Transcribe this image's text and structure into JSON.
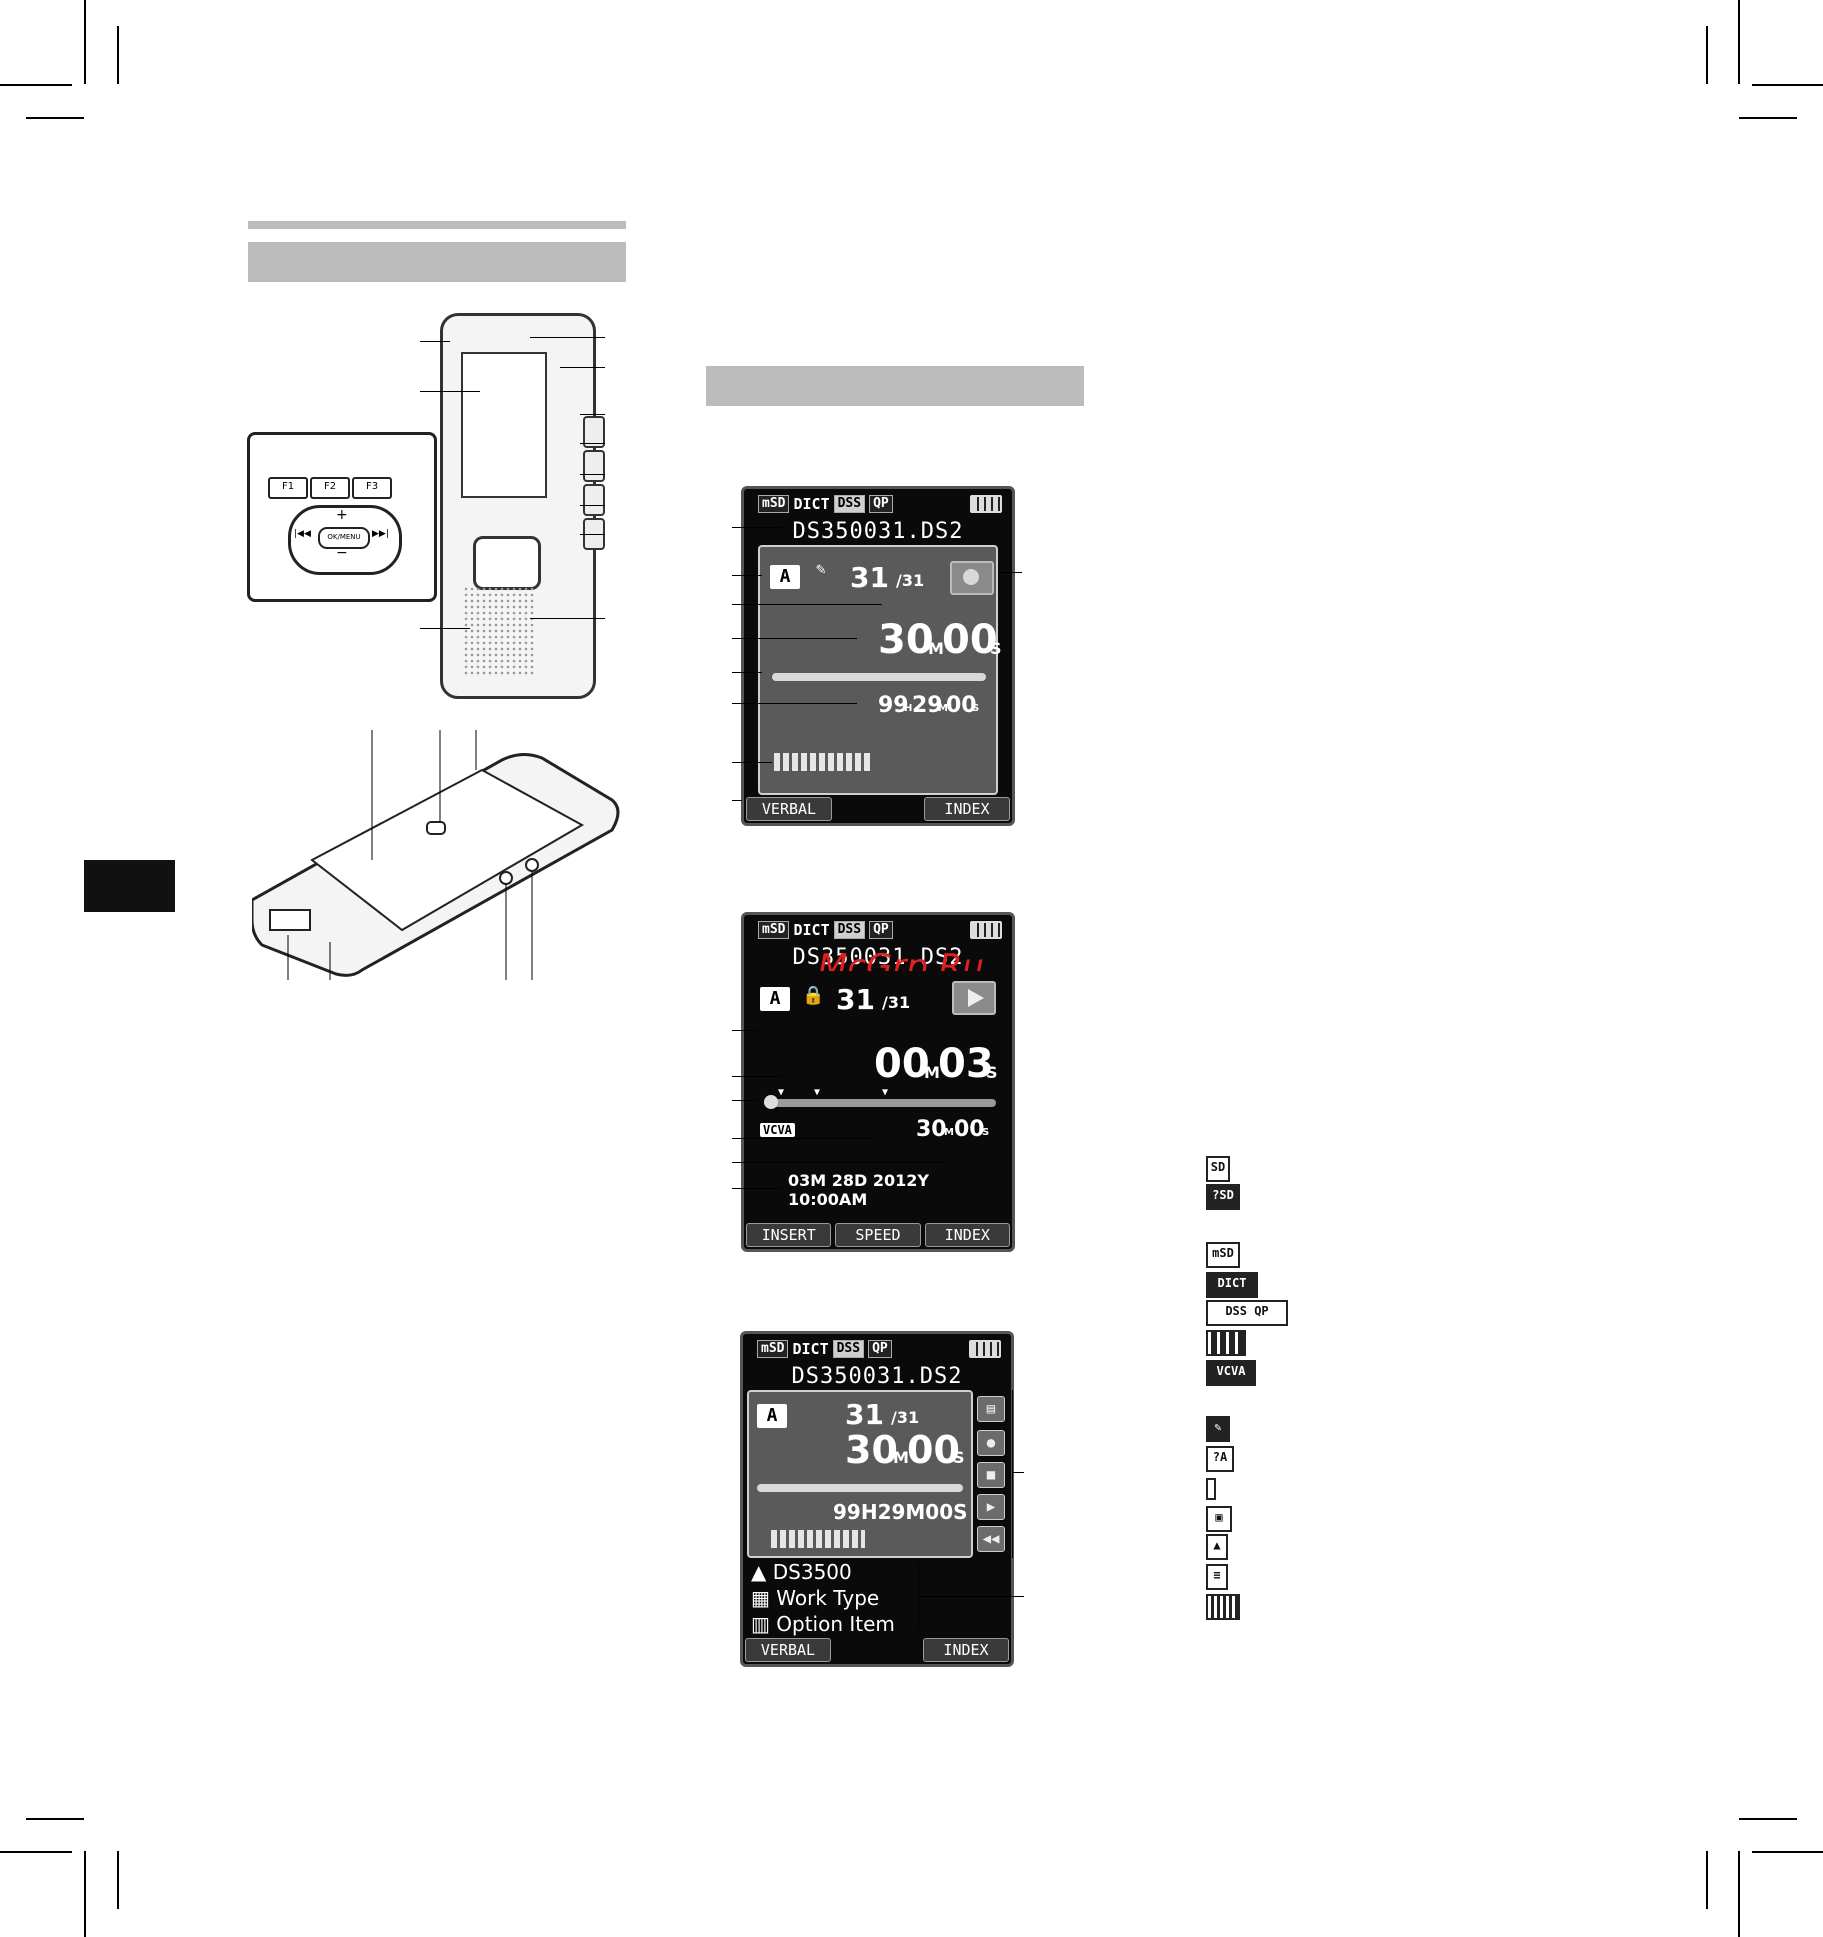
{
  "keypad": {
    "f1": "F1",
    "f2": "F2",
    "f3": "F3",
    "ok": "OK/MENU",
    "plus": "+",
    "minus": "−",
    "rew": "|◀◀",
    "ff": "▶▶|"
  },
  "screen1": {
    "topbar": {
      "media": "mSD",
      "mode": "DICT",
      "fmt": "DSS",
      "quality": "QP"
    },
    "filename": "DS350031.DS2",
    "folder": "A",
    "file_index": "31",
    "file_total": "/31",
    "rec_time_min": "30",
    "rec_time_m": "M",
    "rec_time_sec": "00",
    "rec_time_s": "S",
    "remain_h": "99",
    "remain_hu": "H",
    "remain_m": "29",
    "remain_mu": "M",
    "remain_s": "00",
    "remain_su": "S",
    "buttons": [
      "VERBAL",
      "",
      "INDEX"
    ]
  },
  "screen2": {
    "topbar": {
      "media": "mSD",
      "mode": "DICT",
      "fmt": "DSS",
      "quality": "QP"
    },
    "filename": "DS350031.DS2",
    "watermark": "McGrp.Ru",
    "folder": "A",
    "file_index": "31",
    "file_total": "/31",
    "play_min": "00",
    "play_m": "M",
    "play_sec": "03",
    "play_s": "S",
    "vcva": "VCVA",
    "len_min": "30",
    "len_m": "M",
    "len_sec": "00",
    "len_s": "S",
    "date": "03M 28D 2012Y 10:00AM",
    "buttons": [
      "INSERT",
      "SPEED",
      "INDEX"
    ]
  },
  "screen3": {
    "topbar": {
      "media": "mSD",
      "mode": "DICT",
      "fmt": "DSS",
      "quality": "QP"
    },
    "filename": "DS350031.DS2",
    "folder": "A",
    "file_index": "31",
    "file_total": "/31",
    "rec_time_min": "30",
    "rec_time_m": "M",
    "rec_time_sec": "00",
    "rec_time_s": "S",
    "remain": "99H29M00S",
    "author": "DS3500",
    "worktype": "Work Type",
    "option": "Option Item",
    "buttons": [
      "VERBAL",
      "",
      "INDEX"
    ]
  },
  "legend": [
    {
      "icon": "SD"
    },
    {
      "icon": "?SD"
    },
    {
      "icon": "mSD"
    },
    {
      "icon": "DICT"
    },
    {
      "icon": "DSS QP"
    },
    {
      "icon": "battery"
    },
    {
      "icon": "VCVA"
    },
    {
      "icon": "pen"
    },
    {
      "icon": "?A"
    },
    {
      "icon": "mic-small"
    },
    {
      "icon": "lock"
    },
    {
      "icon": "author"
    },
    {
      "icon": "worktype"
    },
    {
      "icon": "barcode"
    }
  ]
}
